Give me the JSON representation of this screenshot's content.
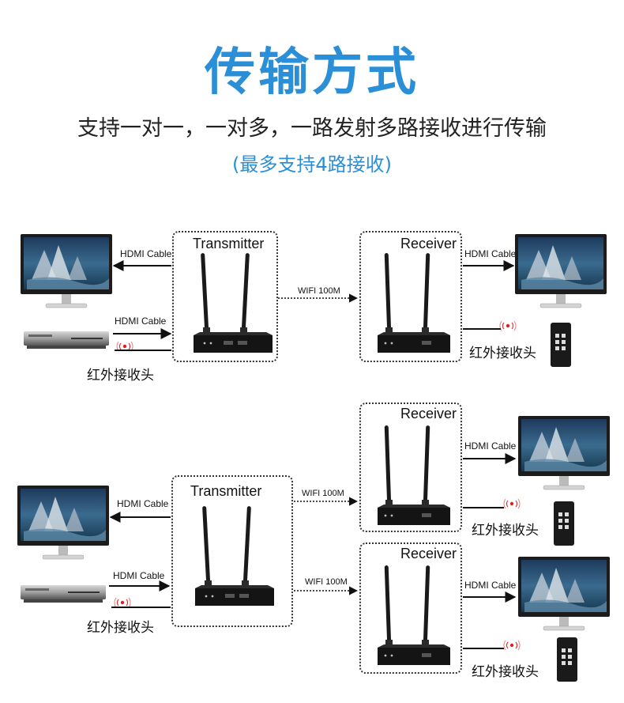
{
  "header": {
    "title": "传输方式",
    "subtitle": "支持一对一，一对多，一路发射多路接收进行传输",
    "note": "(最多支持4路接收)"
  },
  "labels": {
    "transmitter": "Transmitter",
    "receiver": "Receiver",
    "hdmi_cable": "HDMI Cable",
    "wifi": "WIFI 100M",
    "wifi_spaced": "WIFI  100M",
    "ir_receiver": "红外接收头"
  },
  "colors": {
    "accent": "#2a8fd6",
    "ir_red": "#e02020",
    "device": "#1a1a1a"
  }
}
